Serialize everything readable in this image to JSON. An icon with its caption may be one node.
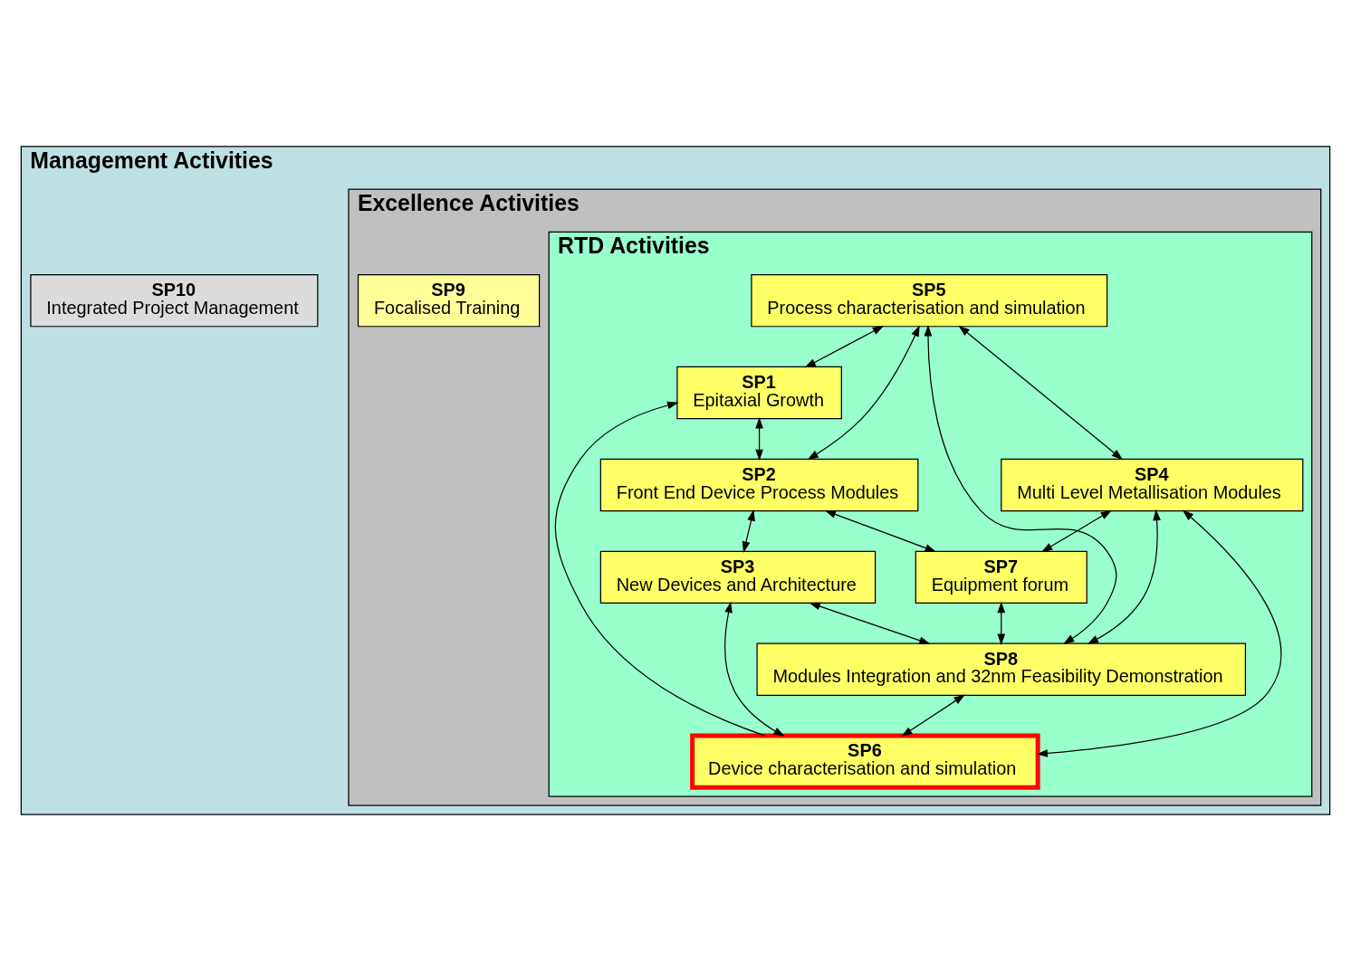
{
  "diagram": {
    "nodes": [
      {
        "text": [
          "Management Activities"
        ]
      },
      {
        "text": [
          "SP10",
          "Integrated Project Management"
        ],
        "in": 0
      },
      {
        "text": [
          "Excellence Activities"
        ],
        "in": 0
      },
      {
        "text": [
          "SP9",
          "Focalised Training"
        ],
        "in": 2
      },
      {
        "text": [
          "RTD Activities"
        ],
        "in": 2
      },
      {
        "text": [
          "SP5",
          "Process characterisation and simulation"
        ],
        "in": 4
      },
      {
        "text": [
          "SP1",
          "Epitaxial Growth"
        ],
        "in": 4
      },
      {
        "text": [
          "SP2",
          "Front End Device Process Modules"
        ],
        "in": 4
      },
      {
        "text": [
          "SP3",
          "New Devices and Architecture"
        ],
        "in": 4
      },
      {
        "text": [
          "SP4",
          "Multi Level Metallisation Modules"
        ],
        "in": 4
      },
      {
        "text": [
          "SP7",
          "Equipment forum"
        ],
        "in": 4
      },
      {
        "text": [
          "SP8",
          "Modules Integration and 32nm Feasibility Demonstration"
        ],
        "in": 4
      },
      {
        "text": [
          "SP6",
          "Device characterisation and simulation"
        ],
        "in": 4
      }
    ],
    "edges": [
      {
        "from": 5,
        "to": 6,
        "arrow": "both"
      },
      {
        "from": 5,
        "to": 7,
        "arrow": "both"
      },
      {
        "from": 5,
        "to": 9,
        "arrow": "both"
      },
      {
        "from": 5,
        "to": 11,
        "arrow": "both"
      },
      {
        "from": 6,
        "to": 7,
        "arrow": "both"
      },
      {
        "from": 7,
        "to": 8,
        "arrow": "both"
      },
      {
        "from": 7,
        "to": 10,
        "arrow": "both"
      },
      {
        "from": 9,
        "to": 10,
        "arrow": "both"
      },
      {
        "from": 9,
        "to": 11,
        "arrow": "both"
      },
      {
        "from": 9,
        "to": 12,
        "arrow": "both"
      },
      {
        "from": 10,
        "to": 11,
        "arrow": "both"
      },
      {
        "from": 12,
        "to": 6,
        "arrow": "to"
      },
      {
        "from": 8,
        "to": 12,
        "arrow": "both"
      },
      {
        "from": 8,
        "to": 11,
        "arrow": "both"
      },
      {
        "from": 11,
        "to": 12,
        "arrow": "both"
      }
    ]
  }
}
